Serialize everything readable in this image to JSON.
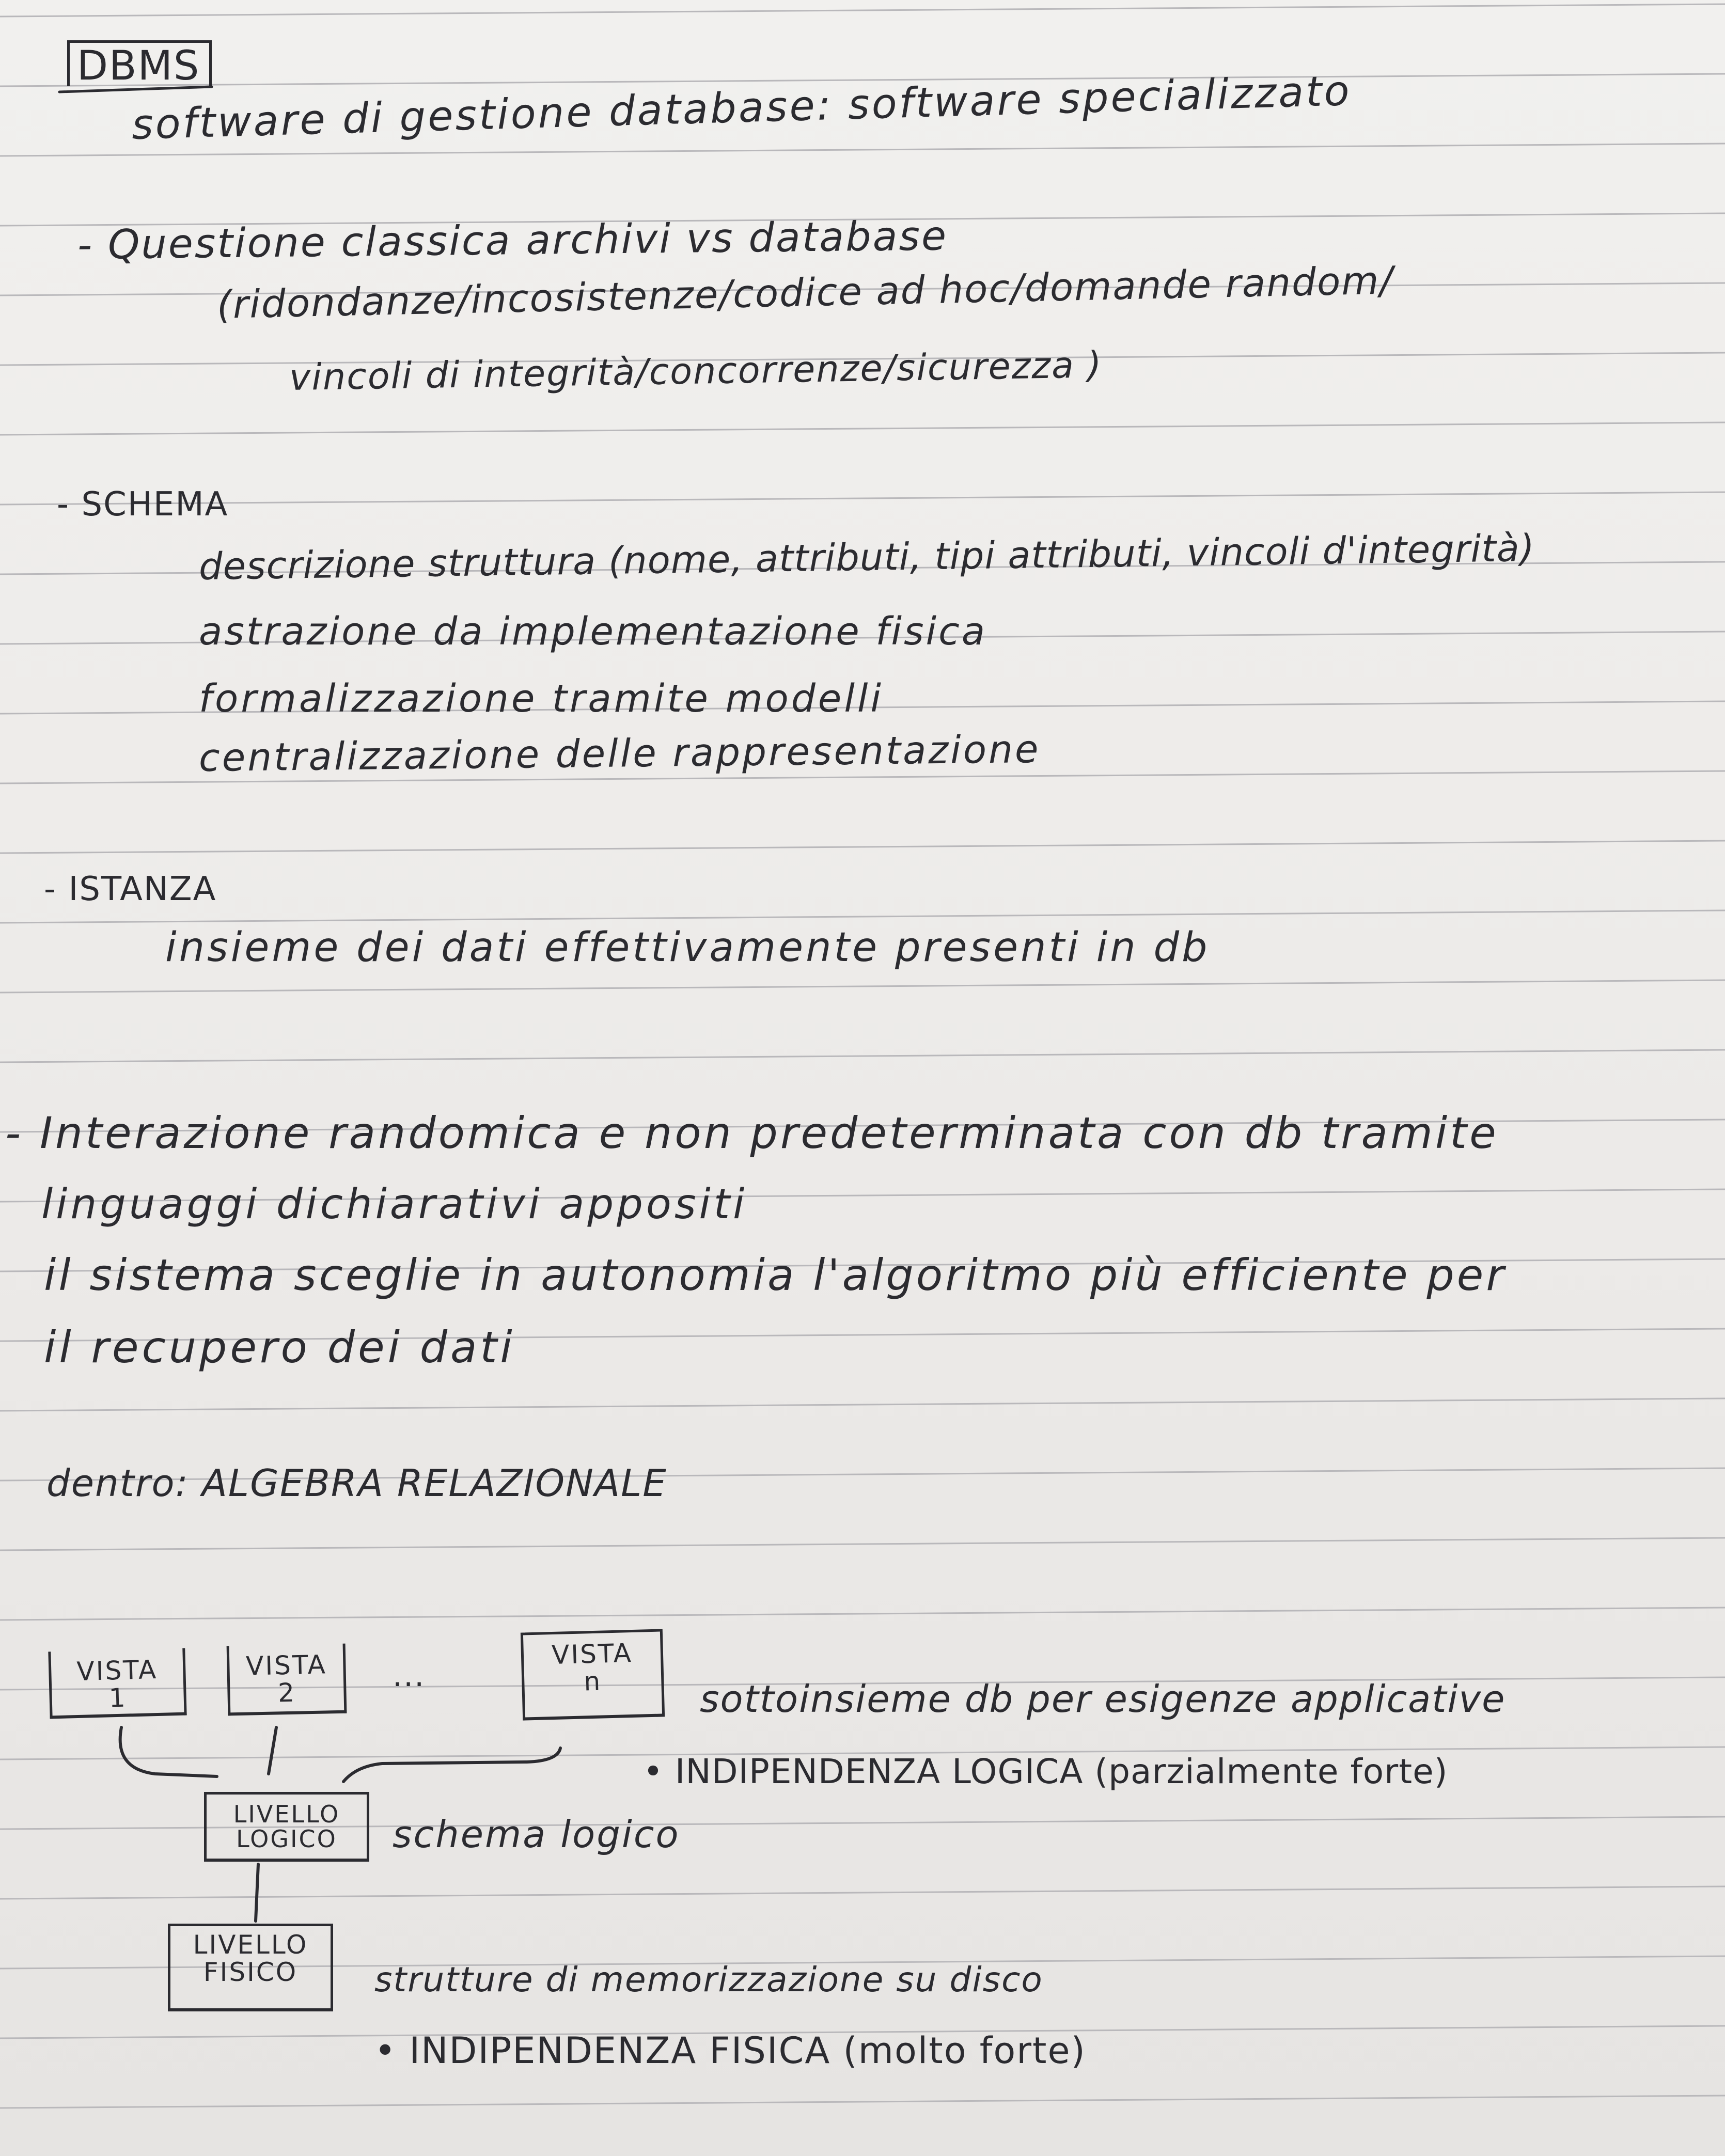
{
  "title": "DBMS",
  "subtitle": "software di gestione database: software specializzato",
  "items": [
    {
      "heading": "- Questione classica archivi vs database",
      "lines": [
        "(ridondanze/incosistenze/codice ad hoc/domande random/",
        "vincoli di integrità/concorrenze/sicurezza )"
      ]
    },
    {
      "heading": "- SCHEMA",
      "lines": [
        "descrizione struttura (nome, attributi, tipi attributi, vincoli d'integrità)",
        "astrazione da implementazione fisica",
        "formalizzazione tramite modelli",
        "centralizzazione delle rappresentazione"
      ]
    },
    {
      "heading": "- ISTANZA",
      "lines": [
        "insieme dei dati effettivamente presenti in db"
      ]
    },
    {
      "heading": "",
      "lines": [
        "- Interazione randomica e non predeterminata con db tramite",
        "linguaggi dichiarativi appositi",
        "il sistema sceglie in autonomia l'algoritmo più efficiente per",
        "il recupero dei dati"
      ]
    }
  ],
  "inside": "dentro: ALGEBRA RELAZIONALE",
  "diagram": {
    "views": [
      {
        "line1": "VISTA",
        "line2": "1"
      },
      {
        "line1": "VISTA",
        "line2": "2"
      },
      {
        "line1": "VISTA",
        "line2": "n"
      }
    ],
    "dots": "...",
    "views_desc": "sottoinsieme db per esigenze applicative",
    "logical_independence": "• INDIPENDENZA LOGICA (parzialmente forte)",
    "logical": {
      "line1": "LIVELLO",
      "line2": "LOGICO"
    },
    "logical_desc": "schema logico",
    "physical": {
      "line1": "LIVELLO",
      "line2": "FISICO"
    },
    "physical_desc": "strutture di memorizzazione su disco",
    "physical_independence": "• INDIPENDENZA FISICA (molto forte)"
  }
}
